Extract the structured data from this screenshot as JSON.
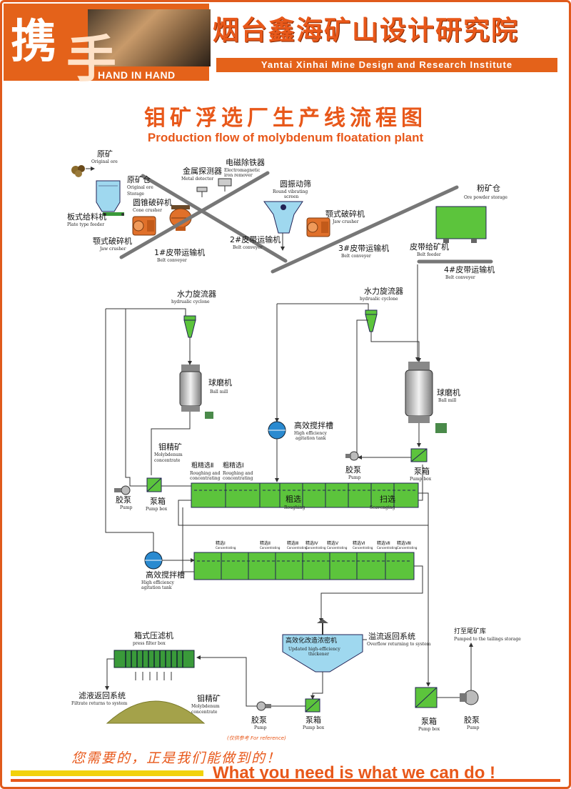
{
  "header": {
    "logo_char_1": "携",
    "logo_char_2": "手",
    "logo_text": "HAND IN HAND",
    "company_cn": "烟台鑫海矿山设计研究院",
    "company_en": "Yantai Xinhai Mine Design and Research Institute"
  },
  "title": {
    "cn": "钼矿浮选厂生产线流程图",
    "en": "Production flow of molybdenum floatation plant"
  },
  "equipment": {
    "raw_ore": {
      "cn": "原矿",
      "en": "Original ore"
    },
    "ore_bin": {
      "cn": "原矿仓",
      "en1": "Original ore",
      "en2": "Storage"
    },
    "plate_feeder": {
      "cn": "板式给料机",
      "en": "Plate type feeder"
    },
    "jaw_crusher_1": {
      "cn": "颚式破碎机",
      "en": "Jaw crusher"
    },
    "cone_crusher": {
      "cn": "圆锥破碎机",
      "en": "Cone crusher"
    },
    "metal_detector": {
      "cn": "金属探测器",
      "en": "Metal detector"
    },
    "iron_remover": {
      "cn": "电磁除铁器",
      "en1": "Electromagnetic",
      "en2": "iron remover"
    },
    "vibrating_screen": {
      "cn": "圆振动筛",
      "en1": "Round vibrating",
      "en2": "screen"
    },
    "jaw_crusher_2": {
      "cn": "颚式破碎机",
      "en": "Jaw crusher"
    },
    "powder_bin": {
      "cn": "粉矿仓",
      "en": "Ore powder storage"
    },
    "belt_1": {
      "cn": "1#皮带运输机",
      "en": "Belt conveyer"
    },
    "belt_2": {
      "cn": "2#皮带运输机",
      "en": "Belt conveyer"
    },
    "belt_3": {
      "cn": "3#皮带运输机",
      "en": "Belt conveyer"
    },
    "belt_feeder": {
      "cn": "皮带给矿机",
      "en": "Belt feeder"
    },
    "belt_4": {
      "cn": "4#皮带运输机",
      "en": "Belt conveyer"
    },
    "cyclone_1": {
      "cn": "水力旋流器",
      "en": "hydrualic cyclone"
    },
    "cyclone_2": {
      "cn": "水力旋流器",
      "en": "hydrualic cyclone"
    },
    "ball_mill_1": {
      "cn": "球磨机",
      "en": "Ball mill"
    },
    "ball_mill_2": {
      "cn": "球磨机",
      "en": "Ball mill"
    },
    "agitation_tank_1": {
      "cn": "高效搅拌槽",
      "en1": "High efficiency",
      "en2": "agitation tank"
    },
    "agitation_tank_2": {
      "cn": "高效搅拌槽",
      "en1": "High efficiency",
      "en2": "agitation tank"
    },
    "mo_concentrate_1": {
      "cn": "钼精矿",
      "en1": "Molybdenum",
      "en2": "concentrate"
    },
    "pump_a": {
      "cn": "胶泵",
      "en": "Pump"
    },
    "pumpbox_a": {
      "cn": "泵箱",
      "en": "Pump box"
    },
    "pump_b": {
      "cn": "胶泵",
      "en": "Pump"
    },
    "pumpbox_b": {
      "cn": "泵箱",
      "en": "Pump box"
    },
    "rough_2": {
      "cn": "粗精选Ⅱ",
      "en1": "Roughing and",
      "en2": "concentrating"
    },
    "rough_1": {
      "cn": "粗精选Ⅰ",
      "en1": "Roughing and",
      "en2": "concentrating"
    },
    "roughing": {
      "cn": "粗选",
      "en": "Roughing"
    },
    "scavenging": {
      "cn": "扫选",
      "en": "Scavenging"
    },
    "thickener": {
      "cn": "高效化改造浓密机",
      "en1": "Updated high-efficiency",
      "en2": "thickener"
    },
    "overflow": {
      "cn": "溢流返回系统",
      "en": "Overflow returning to system"
    },
    "tailings": {
      "cn": "打至尾矿库",
      "en": "Pumped to the tailings storage"
    },
    "filter_press": {
      "cn": "箱式压滤机",
      "en": "press filter box"
    },
    "filtrate": {
      "cn": "滤液返回系统",
      "en": "Filtrate returns to system"
    },
    "mo_concentrate_2": {
      "cn": "钼精矿",
      "en1": "Molybdenum",
      "en2": "concentrate"
    },
    "pump_c": {
      "cn": "胶泵",
      "en": "Pump"
    },
    "pumpbox_c": {
      "cn": "泵箱",
      "en": "Pump box"
    },
    "pumpbox_d": {
      "cn": "泵箱",
      "en": "Pump box"
    },
    "pump_d": {
      "cn": "胶泵",
      "en": "Pump"
    }
  },
  "cleaning_stages": [
    {
      "cn": "精选Ⅰ",
      "en": "Concentrating"
    },
    {
      "cn": "精选Ⅱ",
      "en": "Concentrating"
    },
    {
      "cn": "精选Ⅲ",
      "en": "Concentrating"
    },
    {
      "cn": "精选Ⅳ",
      "en": "Concentrating"
    },
    {
      "cn": "精选Ⅴ",
      "en": "Concentrating"
    },
    {
      "cn": "精选Ⅵ",
      "en": "Concentrating"
    },
    {
      "cn": "精选Ⅶ",
      "en": "Concentrating"
    },
    {
      "cn": "精选Ⅷ",
      "en": "Concentrating"
    }
  ],
  "footer": {
    "reference": "(仅供参考 For reference)",
    "slogan_cn": "您需要的，正是我们能做到的！",
    "slogan_en": "What you need is what we can do !"
  },
  "colors": {
    "brand_orange": "#e8581a",
    "flotation_green": "#5cc43c",
    "equipment_blue": "#9fd8ef",
    "crusher_orange": "#e0702a",
    "accent_yellow": "#f2d20a"
  }
}
